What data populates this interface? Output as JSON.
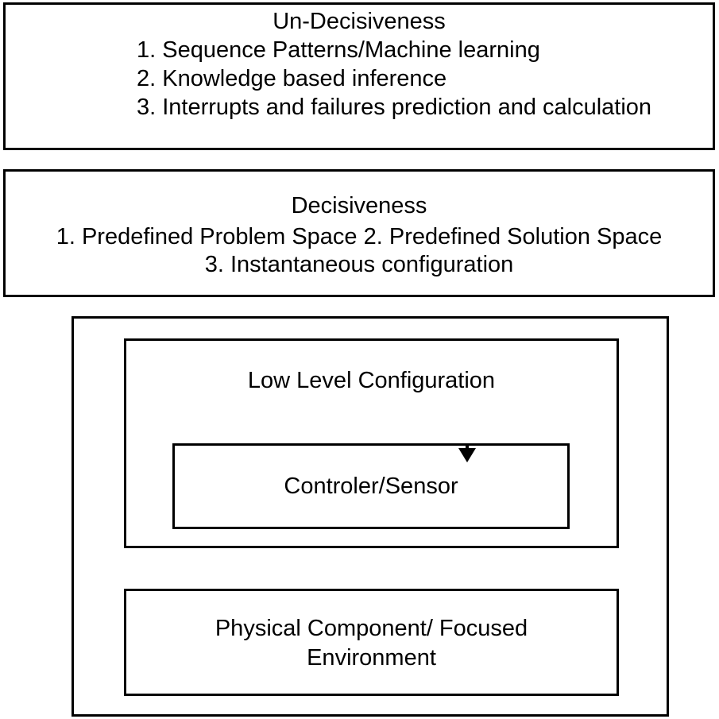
{
  "undecisiveness": {
    "title": "Un-Decisiveness",
    "items": [
      "1. Sequence Patterns/Machine learning",
      "2. Knowledge based inference",
      "3. Interrupts and failures prediction and calculation"
    ]
  },
  "decisiveness": {
    "line1": "Decisiveness",
    "line2": "1. Predefined Problem Space  2. Predefined Solution Space",
    "line3": "3. Instantaneous configuration"
  },
  "low_level": {
    "title": "Low Level Configuration",
    "controller_label": "Controler/Sensor"
  },
  "physical": {
    "line1": "Physical Component/ Focused",
    "line2": "Environment"
  }
}
